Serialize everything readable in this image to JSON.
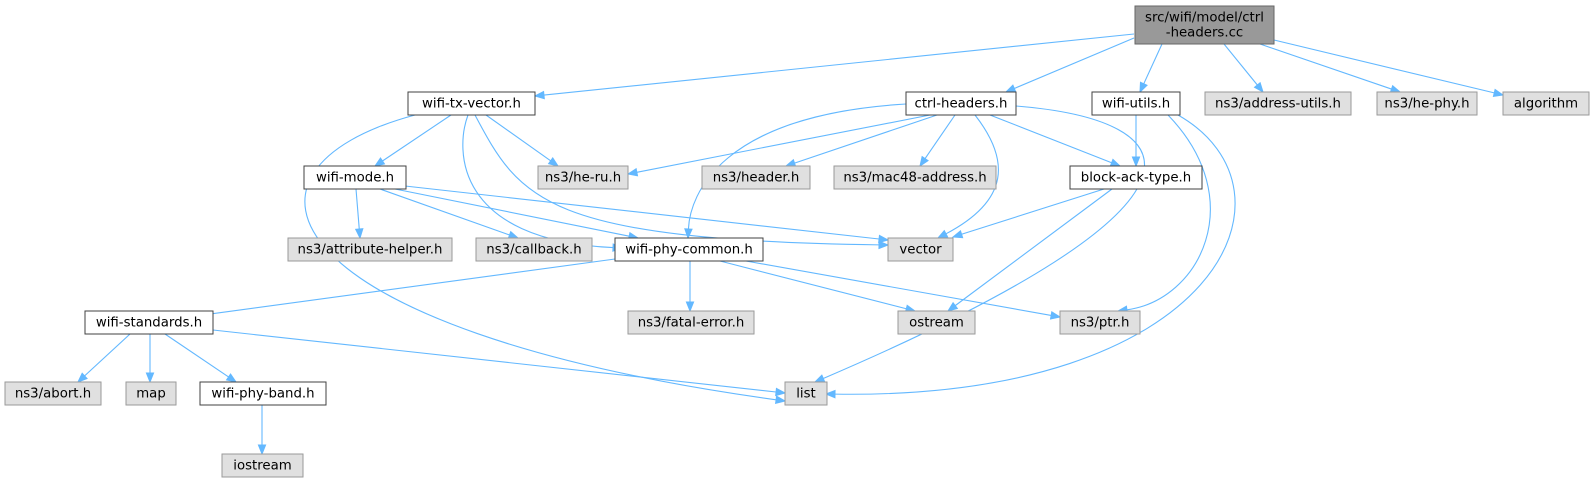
{
  "diagram": {
    "nodes": [
      {
        "id": "root",
        "kind": "root",
        "lines": [
          "src/wifi/model/ctrl",
          "-headers.cc"
        ]
      },
      {
        "id": "wifi-tx-vector",
        "kind": "local",
        "lines": [
          "wifi-tx-vector.h"
        ]
      },
      {
        "id": "ctrl-headers",
        "kind": "local",
        "lines": [
          "ctrl-headers.h"
        ]
      },
      {
        "id": "wifi-utils",
        "kind": "local",
        "lines": [
          "wifi-utils.h"
        ]
      },
      {
        "id": "address-utils",
        "kind": "external",
        "lines": [
          "ns3/address-utils.h"
        ]
      },
      {
        "id": "he-phy",
        "kind": "external",
        "lines": [
          "ns3/he-phy.h"
        ]
      },
      {
        "id": "algorithm",
        "kind": "external",
        "lines": [
          "algorithm"
        ]
      },
      {
        "id": "wifi-mode",
        "kind": "local",
        "lines": [
          "wifi-mode.h"
        ]
      },
      {
        "id": "he-ru",
        "kind": "external",
        "lines": [
          "ns3/he-ru.h"
        ]
      },
      {
        "id": "header",
        "kind": "external",
        "lines": [
          "ns3/header.h"
        ]
      },
      {
        "id": "mac48",
        "kind": "external",
        "lines": [
          "ns3/mac48-address.h"
        ]
      },
      {
        "id": "block-ack-type",
        "kind": "local",
        "lines": [
          "block-ack-type.h"
        ]
      },
      {
        "id": "attribute-helper",
        "kind": "external",
        "lines": [
          "ns3/attribute-helper.h"
        ]
      },
      {
        "id": "callback",
        "kind": "external",
        "lines": [
          "ns3/callback.h"
        ]
      },
      {
        "id": "wifi-phy-common",
        "kind": "local",
        "lines": [
          "wifi-phy-common.h"
        ]
      },
      {
        "id": "vector",
        "kind": "external",
        "lines": [
          "vector"
        ]
      },
      {
        "id": "wifi-standards",
        "kind": "local",
        "lines": [
          "wifi-standards.h"
        ]
      },
      {
        "id": "fatal-error",
        "kind": "external",
        "lines": [
          "ns3/fatal-error.h"
        ]
      },
      {
        "id": "ostream",
        "kind": "external",
        "lines": [
          "ostream"
        ]
      },
      {
        "id": "ptr",
        "kind": "external",
        "lines": [
          "ns3/ptr.h"
        ]
      },
      {
        "id": "abort",
        "kind": "external",
        "lines": [
          "ns3/abort.h"
        ]
      },
      {
        "id": "map",
        "kind": "external",
        "lines": [
          "map"
        ]
      },
      {
        "id": "wifi-phy-band",
        "kind": "local",
        "lines": [
          "wifi-phy-band.h"
        ]
      },
      {
        "id": "list",
        "kind": "external",
        "lines": [
          "list"
        ]
      },
      {
        "id": "iostream",
        "kind": "external",
        "lines": [
          "iostream"
        ]
      }
    ],
    "edges": [
      {
        "from": "root",
        "to": "wifi-tx-vector"
      },
      {
        "from": "root",
        "to": "ctrl-headers"
      },
      {
        "from": "root",
        "to": "wifi-utils"
      },
      {
        "from": "root",
        "to": "address-utils"
      },
      {
        "from": "root",
        "to": "he-phy"
      },
      {
        "from": "root",
        "to": "algorithm"
      },
      {
        "from": "wifi-tx-vector",
        "to": "wifi-mode"
      },
      {
        "from": "wifi-tx-vector",
        "to": "he-ru"
      },
      {
        "from": "wifi-tx-vector",
        "to": "wifi-phy-common"
      },
      {
        "from": "wifi-tx-vector",
        "to": "vector"
      },
      {
        "from": "wifi-tx-vector",
        "to": "list"
      },
      {
        "from": "ctrl-headers",
        "to": "he-ru"
      },
      {
        "from": "ctrl-headers",
        "to": "header"
      },
      {
        "from": "ctrl-headers",
        "to": "mac48"
      },
      {
        "from": "ctrl-headers",
        "to": "block-ack-type"
      },
      {
        "from": "ctrl-headers",
        "to": "wifi-phy-common"
      },
      {
        "from": "ctrl-headers",
        "to": "vector"
      },
      {
        "from": "ctrl-headers",
        "to": "list"
      },
      {
        "from": "wifi-utils",
        "to": "block-ack-type"
      },
      {
        "from": "wifi-utils",
        "to": "ptr"
      },
      {
        "from": "wifi-utils",
        "to": "list"
      },
      {
        "from": "wifi-mode",
        "to": "attribute-helper"
      },
      {
        "from": "wifi-mode",
        "to": "callback"
      },
      {
        "from": "wifi-mode",
        "to": "wifi-phy-common"
      },
      {
        "from": "wifi-mode",
        "to": "vector"
      },
      {
        "from": "block-ack-type",
        "to": "vector"
      },
      {
        "from": "block-ack-type",
        "to": "ostream"
      },
      {
        "from": "wifi-phy-common",
        "to": "wifi-standards"
      },
      {
        "from": "wifi-phy-common",
        "to": "fatal-error"
      },
      {
        "from": "wifi-phy-common",
        "to": "ostream"
      },
      {
        "from": "wifi-phy-common",
        "to": "ptr"
      },
      {
        "from": "wifi-standards",
        "to": "abort"
      },
      {
        "from": "wifi-standards",
        "to": "map"
      },
      {
        "from": "wifi-standards",
        "to": "wifi-phy-band"
      },
      {
        "from": "wifi-standards",
        "to": "list"
      },
      {
        "from": "wifi-phy-band",
        "to": "iostream"
      }
    ]
  }
}
